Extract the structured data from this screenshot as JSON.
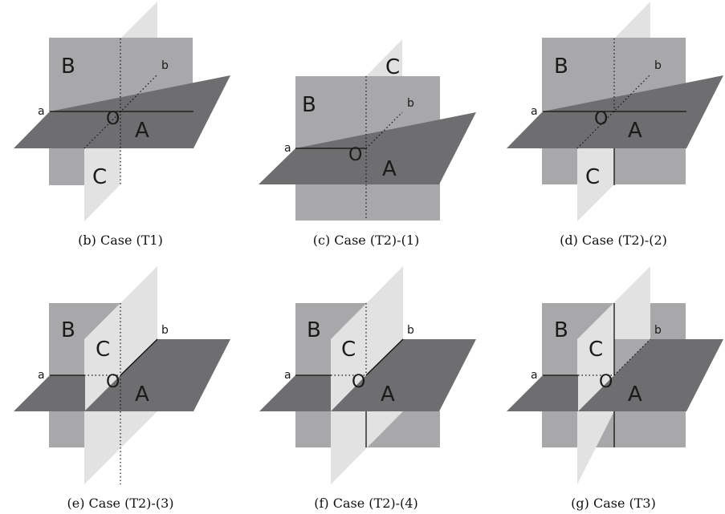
{
  "colors": {
    "planeA": "#6e6e70",
    "planeB": "#a8a8aa",
    "planeC": "#e2e2e3",
    "line": "#111111"
  },
  "panels": [
    {
      "caption": "(b) Case (T1)",
      "labels": {
        "A": "A",
        "B": "B",
        "C": "C",
        "O": "O",
        "a": "a",
        "b": "b"
      }
    },
    {
      "caption": "(c) Case (T2)-(1)",
      "labels": {
        "A": "A",
        "B": "B",
        "C": "C",
        "O": "O",
        "a": "a",
        "b": "b"
      }
    },
    {
      "caption": "(d) Case (T2)-(2)",
      "labels": {
        "A": "A",
        "B": "B",
        "C": "C",
        "O": "O",
        "a": "a",
        "b": "b"
      }
    },
    {
      "caption": "(e) Case (T2)-(3)",
      "labels": {
        "A": "A",
        "B": "B",
        "C": "C",
        "O": "O",
        "a": "a",
        "b": "b"
      }
    },
    {
      "caption": "(f) Case (T2)-(4)",
      "labels": {
        "A": "A",
        "B": "B",
        "C": "C",
        "O": "O",
        "a": "a",
        "b": "b"
      }
    },
    {
      "caption": "(g) Case (T3)",
      "labels": {
        "A": "A",
        "B": "B",
        "C": "C",
        "O": "O",
        "a": "a",
        "b": "b"
      }
    }
  ]
}
